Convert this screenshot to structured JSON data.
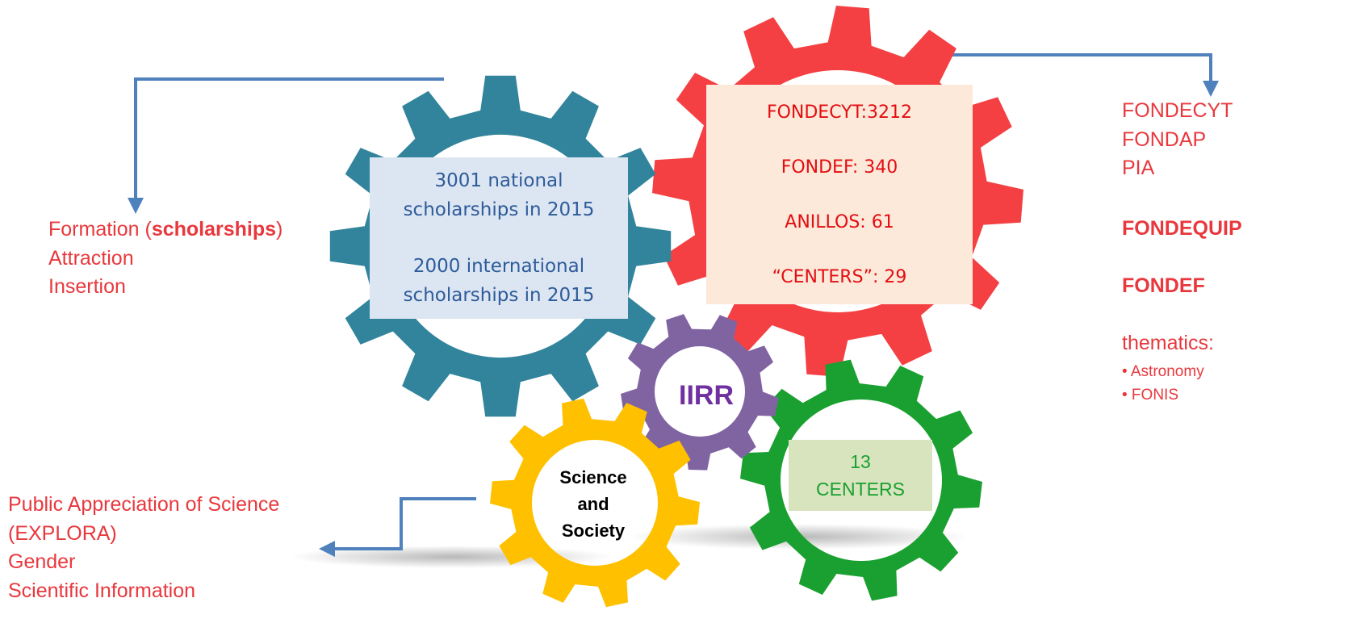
{
  "left_group": {
    "items": [
      "Formation (",
      "scholarships",
      ")",
      "Attraction",
      "Insertion"
    ]
  },
  "bottom_left_group": {
    "items": [
      "Public Appreciation of Science",
      "(EXPLORA)",
      "Gender",
      "Scientific Information"
    ]
  },
  "right_group": {
    "line1": "FONDECYT",
    "line2": "FONDAP",
    "line3": "PIA",
    "line4": "FONDEQUIP",
    "line5": "FONDEF",
    "line6": "thematics:",
    "bullets": [
      "• Astronomy",
      "• FONIS"
    ]
  },
  "gears": {
    "teal": {
      "line1": "3001 national",
      "line2": "scholarships in 2015",
      "line3": "2000 international",
      "line4": "scholarships in 2015"
    },
    "red": {
      "line1": "FONDECYT:3212",
      "line2": "FONDEF: 340",
      "line3": "ANILLOS: 61",
      "line4": "“CENTERS”: 29"
    },
    "purple": {
      "label": "IIRR"
    },
    "yellow": {
      "line1": "Science",
      "line2": "and",
      "line3": "Society"
    },
    "green": {
      "line1": "13",
      "line2": "CENTERS"
    }
  },
  "colors": {
    "teal": "#31849b",
    "red": "#f44043",
    "purple": "#8064a2",
    "yellow": "#ffc000",
    "green": "#1aa031",
    "arrow": "#4f81bd",
    "red_text": "#e8383d"
  }
}
